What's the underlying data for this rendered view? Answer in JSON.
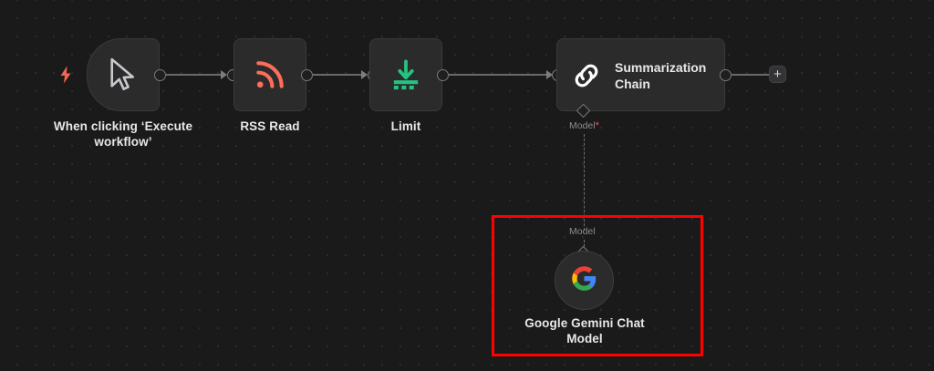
{
  "canvas": {
    "background_color": "#1a1a1a",
    "grid": "dot-grid"
  },
  "nodes": [
    {
      "id": "trigger",
      "label": "When clicking ‘Execute\nworkflow’",
      "icon": "mouse-pointer-icon",
      "accent": "#d8d8d8",
      "type": "trigger"
    },
    {
      "id": "rss-read",
      "label": "RSS Read",
      "icon": "rss-icon",
      "accent": "#ff6d5a",
      "type": "action"
    },
    {
      "id": "limit",
      "label": "Limit",
      "icon": "limit-arrow-icon",
      "accent": "#26c281",
      "type": "action"
    },
    {
      "id": "summarization-chain",
      "label": "Summarization\nChain",
      "icon": "chain-link-icon",
      "accent": "#ffffff",
      "type": "chain"
    },
    {
      "id": "google-gemini-chat-model",
      "label": "Google Gemini Chat\nModel",
      "icon": "google-g-icon",
      "accent": "#4285f4",
      "type": "sub-node"
    }
  ],
  "ports": {
    "chain_model_label": "Model",
    "chain_model_required_mark": "*",
    "gemini_model_label": "Model"
  },
  "buttons": {
    "add_node_plus": "+"
  },
  "markers": {
    "trigger_bolt": "lightning-bolt-icon",
    "highlight_color": "#ff0000"
  }
}
